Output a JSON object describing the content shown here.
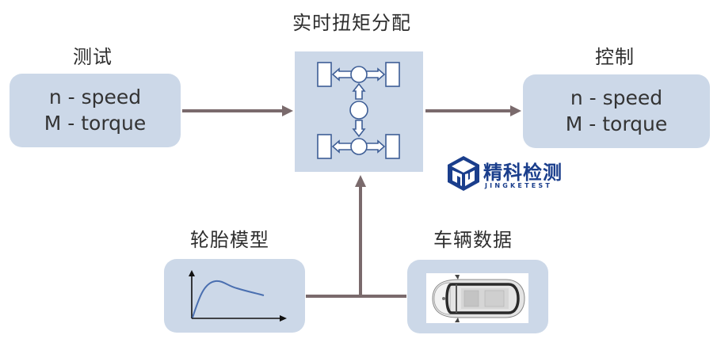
{
  "diagram": {
    "title": "实时扭矩分配",
    "nodes": {
      "test": {
        "label": "测试",
        "lines": [
          "n - speed",
          "M - torque"
        ]
      },
      "control": {
        "label": "控制",
        "lines": [
          "n - speed",
          "M - torque"
        ]
      },
      "torque_distribution": {
        "label": "实时扭矩分配",
        "icon": "drivetrain-torque-icon"
      },
      "tire_model": {
        "label": "轮胎模型",
        "icon": "tire-curve-chart-icon"
      },
      "vehicle_data": {
        "label": "车辆数据",
        "icon": "car-top-view-image"
      }
    },
    "edges": [
      {
        "from": "test",
        "to": "torque_distribution"
      },
      {
        "from": "torque_distribution",
        "to": "control"
      },
      {
        "from": "tire_model",
        "to": "torque_distribution"
      },
      {
        "from": "vehicle_data",
        "to": "torque_distribution"
      }
    ]
  },
  "watermark": {
    "name_cn": "精科检测",
    "name_en": "JINGKETEST",
    "icon": "jingketest-logo-icon"
  },
  "colors": {
    "box_fill": "#ccd8e8",
    "arrow": "#7a6a6c",
    "icon_stroke": "#3e5e96",
    "curve": "#4a6fb0",
    "logo": "#1a3e8c"
  }
}
